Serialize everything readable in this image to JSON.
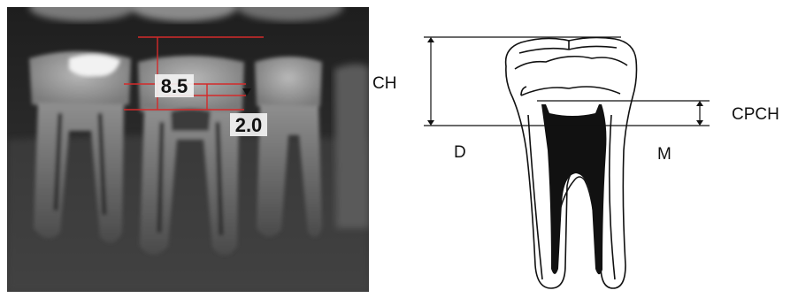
{
  "radiograph": {
    "crown_height_value": "8.5",
    "pulp_chamber_value": "2.0",
    "measurement_line_color": "#d42a2a",
    "label_box_color": "#f2f2f2"
  },
  "schematic": {
    "crown_height_label": "CH",
    "pulp_chamber_label": "CPCH",
    "distal_label": "D",
    "mesial_label": "M"
  }
}
